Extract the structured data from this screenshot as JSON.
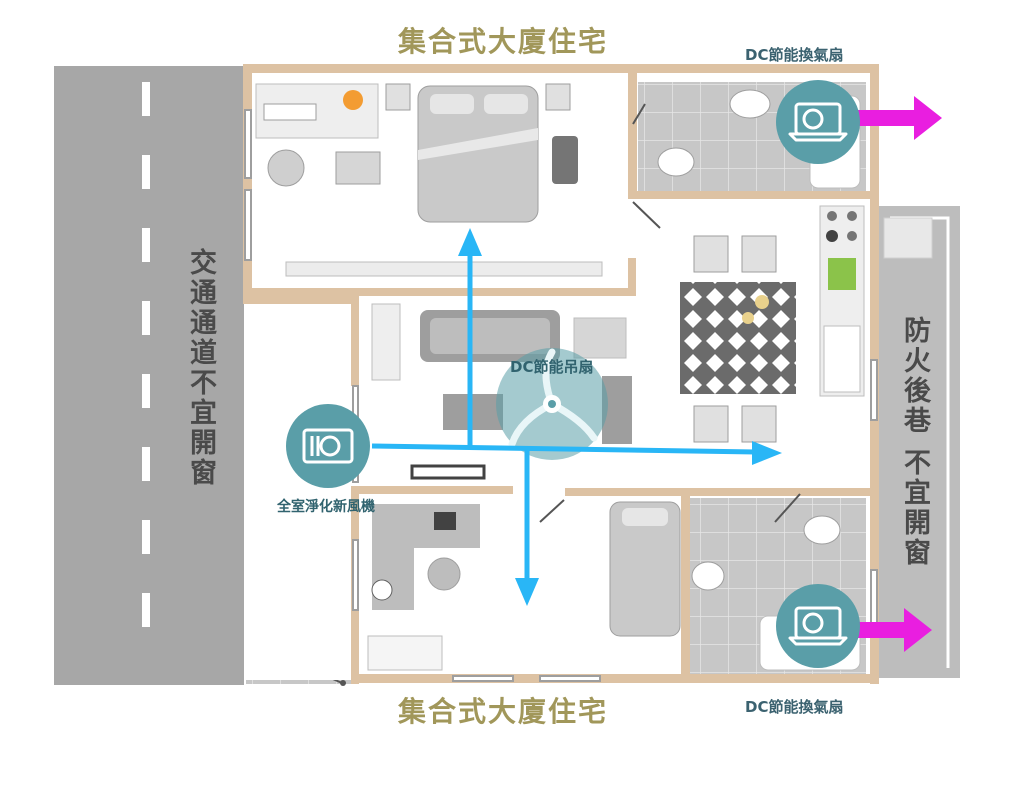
{
  "titles": {
    "top": "集合式大廈住宅",
    "bottom": "集合式大廈住宅"
  },
  "left_road": "交通通道不宜開窗",
  "right_alley": "防火後巷 不宜開窗",
  "exhaust_fan_top": "DC節能換氣扇",
  "exhaust_fan_bottom": "DC節能換氣扇",
  "ceiling_fan": "DC節能吊扇",
  "air_purifier": "全室淨化新風機",
  "icons": {
    "exhaust_fan": "exhaust-fan-icon",
    "air_purifier": "air-purifier-icon",
    "ceiling_fan": "ceiling-fan-icon",
    "airflow_arrow": "airflow-arrow-icon",
    "exhaust_arrow": "exhaust-arrow-icon"
  },
  "colors": {
    "wall": "#ddc2a3",
    "road": "#a7a7a7",
    "floor_tile": "#bdbdbd",
    "airflow": "#29b6f6",
    "exhaust": "#e91ee0",
    "fan_badge": "#5a9ea8",
    "title": "#a1975a"
  }
}
